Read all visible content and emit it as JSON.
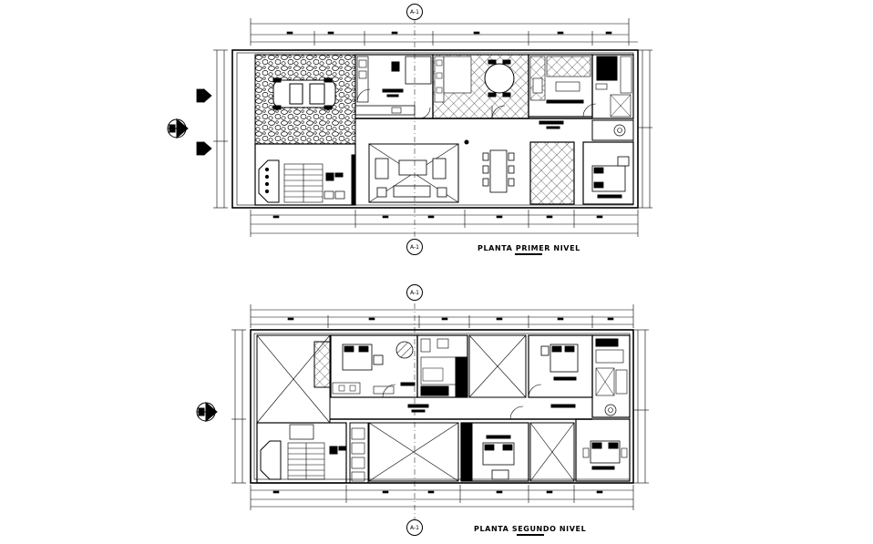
{
  "plans": [
    {
      "title": "PLANTA PRIMER NIVEL",
      "section_tag_top": "A-1",
      "section_tag_bottom": "A-1"
    },
    {
      "title": "PLANTA SEGUNDO NIVEL",
      "section_tag_top": "A-1",
      "section_tag_bottom": "A-1"
    }
  ],
  "colors": {
    "line": "#000000",
    "background": "#ffffff"
  },
  "icons": [
    "north-arrow-icon",
    "section-marker-icon",
    "car-icon",
    "bed-icon",
    "sofa-icon",
    "dining-table-icon",
    "stair-icon"
  ]
}
